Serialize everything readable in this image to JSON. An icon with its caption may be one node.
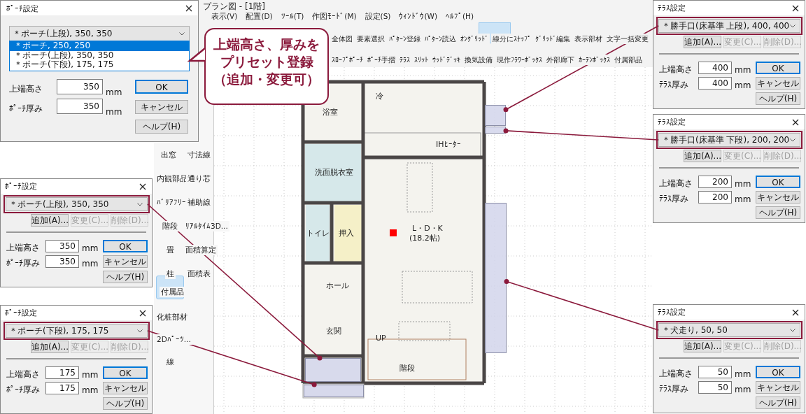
{
  "diagram": {
    "nodes": [
      {
        "text": [
          "ﾎﾟｰﾁ設定",
          "上端高さ",
          "350",
          "mm",
          "ﾎﾟｰﾁ厚み",
          "350",
          "mm",
          "OK",
          "キャンセル",
          "ヘルプ(H)"
        ]
      },
      {
        "text": [
          "＊ポーチ(上段), 350, 350"
        ],
        "in": 0
      },
      {
        "text": [
          "＊ポーチ, 250, 250",
          "＊ポーチ(上段), 350, 350",
          "＊ポーチ(下段), 175, 175"
        ],
        "in": 0
      },
      {
        "text": [
          "上端高さ、厚みをプリセット登録（追加・変更可）"
        ]
      },
      {
        "text": [
          "ﾃﾗｽ設定",
          "追加(A)...",
          "変更(C)...",
          "削除(D)...",
          "上端高さ",
          "400",
          "mm",
          "ﾃﾗｽ厚み",
          "400",
          "mm",
          "OK",
          "キャンセル",
          "ヘルプ(H)"
        ]
      },
      {
        "text": [
          "＊勝手口(床基準 上段), 400, 400"
        ],
        "in": 4
      },
      {
        "text": [
          "ﾃﾗｽ設定",
          "追加(A)...",
          "変更(C)...",
          "削除(D)...",
          "上端高さ",
          "200",
          "mm",
          "ﾃﾗｽ厚み",
          "200",
          "mm",
          "OK",
          "キャンセル",
          "ヘルプ(H)"
        ]
      },
      {
        "text": [
          "＊勝手口(床基準 下段), 200, 200"
        ],
        "in": 6
      },
      {
        "text": [
          "ﾎﾟｰﾁ設定",
          "追加(A)...",
          "変更(C)...",
          "削除(D)...",
          "上端高さ",
          "350",
          "mm",
          "ﾎﾟｰﾁ厚み",
          "350",
          "mm",
          "OK",
          "キャンセル",
          "ヘルプ(H)"
        ]
      },
      {
        "text": [
          "＊ポーチ(上段), 350, 350"
        ],
        "in": 8
      },
      {
        "text": [
          "ﾎﾟｰﾁ設定",
          "追加(A)...",
          "変更(C)...",
          "削除(D)...",
          "上端高さ",
          "175",
          "mm",
          "ﾎﾟｰﾁ厚み",
          "175",
          "mm",
          "OK",
          "キャンセル",
          "ヘルプ(H)"
        ]
      },
      {
        "text": [
          "＊ポーチ(下段), 175, 175"
        ],
        "in": 10
      },
      {
        "text": [
          "ﾃﾗｽ設定",
          "追加(A)...",
          "変更(C)...",
          "削除(D)...",
          "上端高さ",
          "50",
          "mm",
          "ﾃﾗｽ厚み",
          "50",
          "mm",
          "OK",
          "キャンセル",
          "ヘルプ(H)"
        ]
      },
      {
        "text": [
          "＊犬走り, 50, 50"
        ],
        "in": 12
      },
      {
        "text": [],
        "shape": "box"
      },
      {
        "text": [],
        "shape": "box"
      },
      {
        "text": [],
        "shape": "box"
      },
      {
        "text": [],
        "shape": "box"
      },
      {
        "text": [],
        "shape": "box"
      }
    ],
    "edges": [
      {
        "from": 3,
        "to": 2,
        "arrow": "to"
      },
      {
        "from": 5,
        "to": 14,
        "arrow": "other"
      },
      {
        "from": 7,
        "to": 15,
        "arrow": "other"
      },
      {
        "from": 9,
        "to": 16,
        "arrow": "other"
      },
      {
        "from": 11,
        "to": 17,
        "arrow": "other"
      },
      {
        "from": 13,
        "to": 18,
        "arrow": "other"
      }
    ],
    "labels": [
      "プラン図 - [1階]",
      "表示(V)",
      "配置(D)",
      "ﾂｰﾙ(T)",
      "作図ﾓｰﾄﾞ(M)",
      "設定(S)",
      "ｳｨﾝﾄﾞｳ(W)",
      "ﾍﾙﾌﾟ(H)",
      "全体図",
      "要素選択",
      "ﾊﾟﾀｰﾝ登録",
      "ﾊﾟﾀｰﾝ読込",
      "ｵﾝｸﾞﾘｯﾄﾞ",
      "線分にｽﾅｯﾌﾟ",
      "ｸﾞﾘｯﾄﾞ編集",
      "表示部材",
      "文字一括変更",
      "ｽﾛｰﾌﾟﾎﾟｰﾁ",
      "ﾎﾟｰﾁ手摺",
      "ﾃﾗｽ",
      "ｽﾘｯﾄ",
      "ｳｯﾄﾞﾃﾞｯｷ",
      "換気設備",
      "現作ﾌﾗﾜｰﾎﾞｯｸｽ",
      "外部廊下",
      "ｶｰﾃﾝﾎﾞｯｸｽ",
      "付属部品",
      "出窓",
      "寸法線",
      "内観部品",
      "通り芯",
      "ﾊﾞﾘｱﾌﾘｰ",
      "補助線",
      "階段",
      "ﾘｱﾙﾀｲﾑ3D...",
      "畳",
      "面積算定",
      "柱",
      "面積表",
      "付属品",
      "化粧部材",
      "2Dﾊﾟｰﾂ...",
      "線",
      "冷",
      "浴室",
      "IHﾋｰﾀｰ",
      "洗面脱衣室",
      "トイレ",
      "押入",
      "L・D・K",
      "(18.2帖)",
      "ホール",
      "玄関",
      "UP",
      "階段"
    ]
  }
}
